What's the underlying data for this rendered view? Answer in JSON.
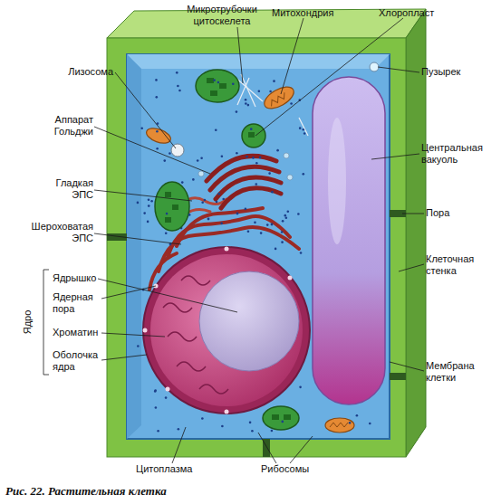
{
  "diagram": {
    "caption": "Рис. 22. Растительная клетка",
    "labels": [
      "Микротрубочки цитоскелета",
      "Митохондрия",
      "Хлоропласт",
      "Лизосома",
      "Пузырек",
      "Аппарат Гольджи",
      "Центральная вакуоль",
      "Гладкая ЭПС",
      "Шероховатая ЭПС",
      "Пора",
      "Клеточная стенка",
      "Ядрышко",
      "Ядерная пора",
      "Ядро",
      "Хроматин",
      "Оболочка ядра",
      "Мембрана клетки",
      "Цитоплазма",
      "Рибосомы"
    ]
  }
}
